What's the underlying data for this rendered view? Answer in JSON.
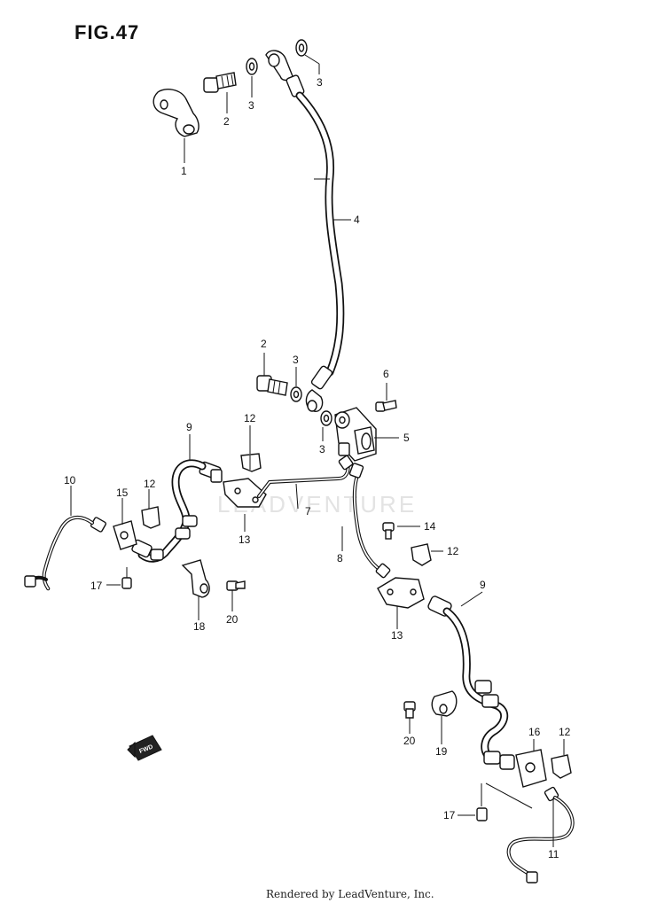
{
  "figure": {
    "title": "FIG.47",
    "watermark": "LEADVENTURE",
    "footer": "Rendered by LeadVenture, Inc.",
    "direction_badge": "FWD"
  },
  "callouts": {
    "c1": "1",
    "c2a": "2",
    "c3a": "3",
    "c3b": "3",
    "c4": "4",
    "c2b": "2",
    "c3c": "3",
    "c6": "6",
    "c3d": "3",
    "c5": "5",
    "c12a": "12",
    "c9a": "9",
    "c10": "10",
    "c15": "15",
    "c12b": "12",
    "c7": "7",
    "c13a": "13",
    "c14": "14",
    "c12c": "12",
    "c8": "8",
    "c17a": "17",
    "c20a": "20",
    "c18": "18",
    "c13b": "13",
    "c9b": "9",
    "c20b": "20",
    "c19": "19",
    "c16": "16",
    "c12d": "12",
    "c17b": "17",
    "c11": "11"
  },
  "colors": {
    "ink": "#111111",
    "watermark": "#e3e3e3",
    "background": "#ffffff"
  }
}
